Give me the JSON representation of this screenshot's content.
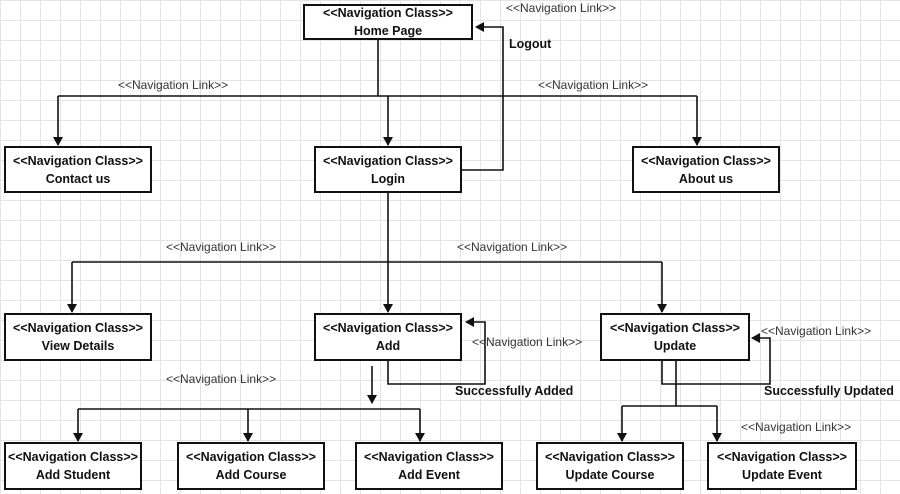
{
  "nodes": {
    "home": {
      "stereotype": "<<Navigation Class>>",
      "name": "Home Page"
    },
    "contact": {
      "stereotype": "<<Navigation Class>>",
      "name": "Contact us"
    },
    "login": {
      "stereotype": "<<Navigation Class>>",
      "name": "Login"
    },
    "about": {
      "stereotype": "<<Navigation Class>>",
      "name": "About us"
    },
    "view_details": {
      "stereotype": "<<Navigation Class>>",
      "name": "View Details"
    },
    "add": {
      "stereotype": "<<Navigation Class>>",
      "name": "Add"
    },
    "update": {
      "stereotype": "<<Navigation Class>>",
      "name": "Update"
    },
    "add_student": {
      "stereotype": "<<Navigation Class>>",
      "name": "Add Student"
    },
    "add_course": {
      "stereotype": "<<Navigation Class>>",
      "name": "Add Course"
    },
    "add_event": {
      "stereotype": "<<Navigation Class>>",
      "name": "Add Event"
    },
    "update_course": {
      "stereotype": "<<Navigation Class>>",
      "name": "Update Course"
    },
    "update_event": {
      "stereotype": "<<Navigation Class>>",
      "name": "Update Event"
    }
  },
  "labels": {
    "nav_link_top": "<<Navigation Link>>",
    "logout": "Logout",
    "nav_link_left1": "<<Navigation Link>>",
    "nav_link_right1": "<<Navigation Link>>",
    "nav_link_left2": "<<Navigation Link>>",
    "nav_link_right2": "<<Navigation Link>>",
    "nav_link_add_self": "<<Navigation Link>>",
    "nav_link_update_self": "<<Navigation Link>>",
    "nav_link_add_children": "<<Navigation Link>>",
    "nav_link_update_children": "<<Navigation Link>>",
    "successfully_added": "Successfully Added",
    "successfully_updated": "Successfully Updated"
  }
}
